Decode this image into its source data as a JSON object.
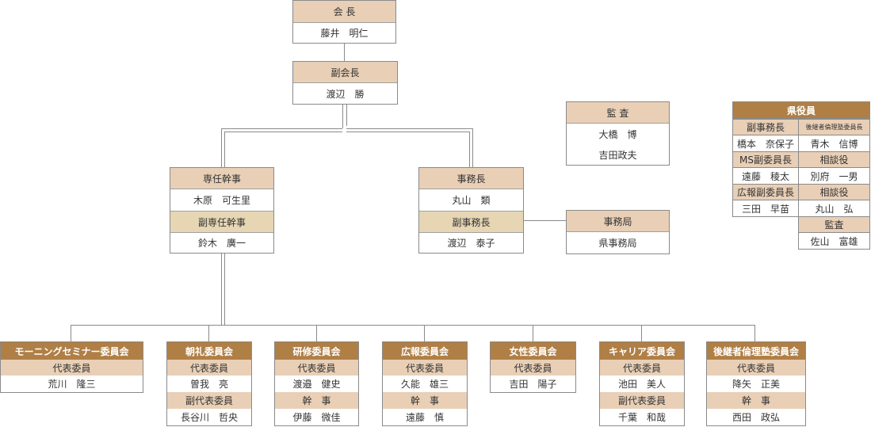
{
  "president": {
    "title": "会 長",
    "name": "藤井　明仁"
  },
  "vice_president": {
    "title": "副会長",
    "name": "渡辺　勝"
  },
  "auditor": {
    "title": "監 査",
    "name1": "大橋　博",
    "name2": "吉田政夫"
  },
  "senior_director": {
    "title": "専任幹事",
    "name": "木原　可生里",
    "vice_title": "副専任幹事",
    "vice_name": "鈴木　廣一"
  },
  "secretary_general": {
    "title": "事務長",
    "name": "丸山　類",
    "vice_title": "副事務長",
    "vice_name": "渡辺　泰子"
  },
  "secretariat": {
    "title": "事務局",
    "name": "県事務局"
  },
  "prefectural": {
    "title": "県役員",
    "rows": [
      {
        "role1": "副事務長",
        "role2": "後継者倫理塾委員長",
        "name1": "橋本　奈保子",
        "name2": "青木　信博"
      },
      {
        "role1": "MS副委員長",
        "role2": "相談役",
        "name1": "遠藤　稜太",
        "name2": "別府　一男"
      },
      {
        "role1": "広報副委員長",
        "role2": "相談役",
        "name1": "三田　早苗",
        "name2": "丸山　弘"
      }
    ],
    "extra": {
      "role": "監査",
      "name": "佐山　富雄"
    }
  },
  "committees": [
    {
      "title": "モーニングセミナー委員会",
      "rows": [
        {
          "role": "代表委員",
          "name": "荒川　隆三"
        }
      ]
    },
    {
      "title": "朝礼委員会",
      "rows": [
        {
          "role": "代表委員",
          "name": "曽我　亮"
        },
        {
          "role": "副代表委員",
          "name": "長谷川　哲央"
        }
      ]
    },
    {
      "title": "研修委員会",
      "rows": [
        {
          "role": "代表委員",
          "name": "渡邉　健史"
        },
        {
          "role": "幹　事",
          "name": "伊藤　微佳"
        }
      ]
    },
    {
      "title": "広報委員会",
      "rows": [
        {
          "role": "代表委員",
          "name": "久能　雄三"
        },
        {
          "role": "幹　事",
          "name": "遠藤　慎"
        }
      ]
    },
    {
      "title": "女性委員会",
      "rows": [
        {
          "role": "代表委員",
          "name": "吉田　陽子"
        }
      ]
    },
    {
      "title": "キャリア委員会",
      "rows": [
        {
          "role": "代表委員",
          "name": "池田　美人"
        },
        {
          "role": "副代表委員",
          "name": "千葉　和哉"
        }
      ]
    },
    {
      "title": "後継者倫理塾委員会",
      "rows": [
        {
          "role": "代表委員",
          "name": "降矢　正美"
        },
        {
          "role": "幹　事",
          "name": "西田　政弘"
        }
      ]
    }
  ],
  "colors": {
    "header": "#e8cfb6",
    "sub_header": "#e6d6b4",
    "committee_header": "#b07f46",
    "line": "#8a8a8a"
  }
}
